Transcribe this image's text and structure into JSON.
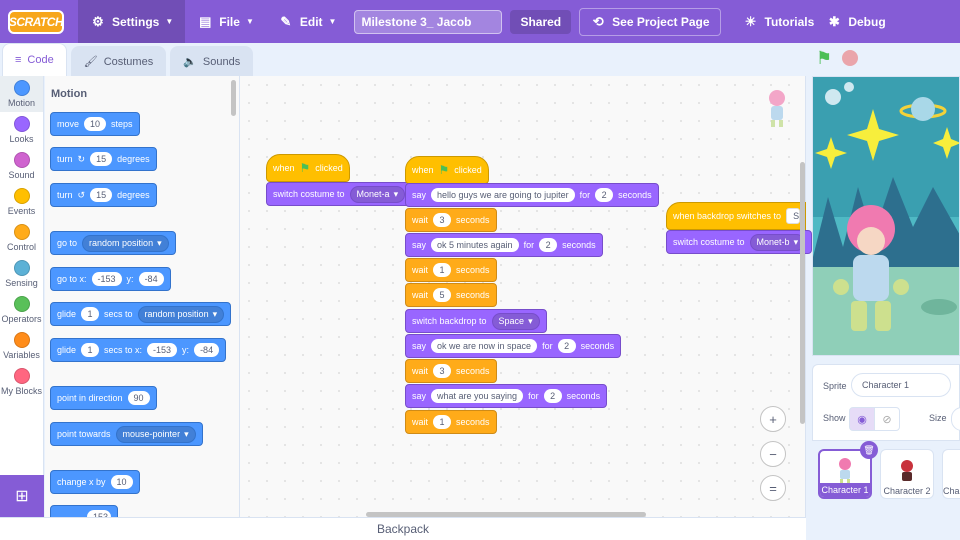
{
  "menubar": {
    "logo": "SCRATCH",
    "settings": "Settings",
    "file": "File",
    "edit": "Edit",
    "project_title": "Milestone 3_ Jacob",
    "shared": "Shared",
    "see_project_page": "See Project Page",
    "tutorials": "Tutorials",
    "debug": "Debug"
  },
  "tabs": {
    "code": "Code",
    "costumes": "Costumes",
    "sounds": "Sounds"
  },
  "categories": [
    {
      "label": "Motion",
      "color": "#4c97ff"
    },
    {
      "label": "Looks",
      "color": "#9966ff"
    },
    {
      "label": "Sound",
      "color": "#cf63cf"
    },
    {
      "label": "Events",
      "color": "#ffbf00"
    },
    {
      "label": "Control",
      "color": "#ffab19"
    },
    {
      "label": "Sensing",
      "color": "#5cb1d6"
    },
    {
      "label": "Operators",
      "color": "#59c059"
    },
    {
      "label": "Variables",
      "color": "#ff8c1a"
    },
    {
      "label": "My Blocks",
      "color": "#ff6680"
    }
  ],
  "palette": {
    "title": "Motion",
    "move": {
      "a": "move",
      "v": "10",
      "b": "steps"
    },
    "turn_cw": {
      "a": "turn",
      "v": "15",
      "b": "degrees"
    },
    "turn_ccw": {
      "a": "turn",
      "v": "15",
      "b": "degrees"
    },
    "goto": {
      "a": "go to",
      "d": "random position"
    },
    "gotoxy": {
      "a": "go to x:",
      "x": "-153",
      "y_label": "y:",
      "y": "-84"
    },
    "glide_to": {
      "a": "glide",
      "v": "1",
      "b": "secs to",
      "d": "random position"
    },
    "glide_xy": {
      "a": "glide",
      "v": "1",
      "b": "secs to x:",
      "x": "-153",
      "y_label": "y:",
      "y": "-84"
    },
    "point_dir": {
      "a": "point in direction",
      "v": "90"
    },
    "point_towards": {
      "a": "point towards",
      "d": "mouse-pointer"
    },
    "change_x": {
      "a": "change x by",
      "v": "10"
    },
    "partial_value": "153"
  },
  "script1": {
    "hat_a": "when",
    "hat_b": "clicked",
    "costume_a": "switch costume to",
    "costume_d": "Monet-a"
  },
  "script2": {
    "hat_a": "when",
    "hat_b": "clicked",
    "blocks": [
      {
        "kind": "say",
        "a": "say",
        "text": "hello guys we are going to jupiter",
        "for": "for",
        "secs": "2",
        "unit": "seconds"
      },
      {
        "kind": "wait",
        "a": "wait",
        "v": "3",
        "unit": "seconds"
      },
      {
        "kind": "say",
        "a": "say",
        "text": "ok 5 minutes again",
        "for": "for",
        "secs": "2",
        "unit": "seconds"
      },
      {
        "kind": "wait",
        "a": "wait",
        "v": "1",
        "unit": "seconds"
      },
      {
        "kind": "wait",
        "a": "wait",
        "v": "5",
        "unit": "seconds"
      },
      {
        "kind": "backdrop",
        "a": "switch backdrop to",
        "d": "Space"
      },
      {
        "kind": "say",
        "a": "say",
        "text": "ok we are now in space",
        "for": "for",
        "secs": "2",
        "unit": "seconds"
      },
      {
        "kind": "wait",
        "a": "wait",
        "v": "3",
        "unit": "seconds"
      },
      {
        "kind": "say",
        "a": "say",
        "text": "what are you saying",
        "for": "for",
        "secs": "2",
        "unit": "seconds"
      },
      {
        "kind": "wait",
        "a": "wait",
        "v": "1",
        "unit": "seconds"
      }
    ]
  },
  "script3": {
    "hat": "when backdrop switches to",
    "hat_d": "Spac",
    "costume_a": "switch costume to",
    "costume_d": "Monet-b"
  },
  "zoom": {
    "in": "+",
    "out": "−",
    "reset": "="
  },
  "backpack": "Backpack",
  "sprite_panel": {
    "sprite_label": "Sprite",
    "sprite_name": "Character 1",
    "show_label": "Show",
    "size_label": "Size"
  },
  "sprites": [
    {
      "name": "Character 1",
      "selected": true
    },
    {
      "name": "Character 2",
      "selected": false
    },
    {
      "name": "Chara",
      "selected": false
    }
  ]
}
